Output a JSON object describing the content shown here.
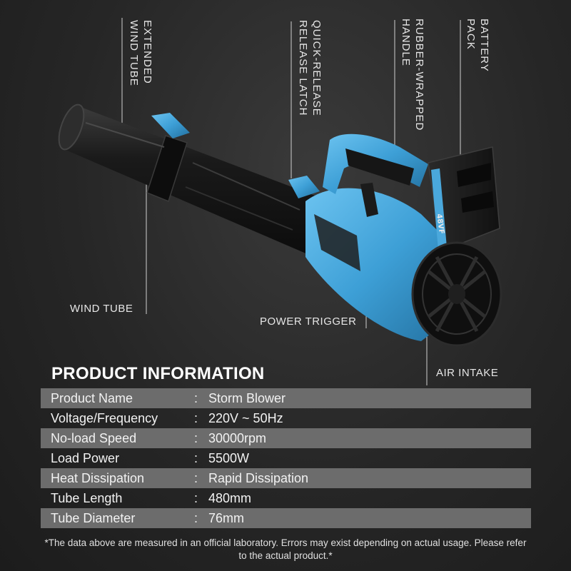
{
  "callouts": {
    "extended_wind_tube": "EXTENDED\nWIND TUBE",
    "quick_release_latch": "QUICK-RELEASE\nRELEASE LATCH",
    "rubber_wrapped_handle": "RUBBER-WRAPPED\nHANDLE",
    "battery_pack": "BATTERY\nPACK",
    "wind_tube": "WIND TUBE",
    "power_trigger": "POWER TRIGGER",
    "air_intake": "AIR INTAKE"
  },
  "battery_label": "48VF",
  "product_info": {
    "title": "PRODUCT INFORMATION",
    "separator": ":",
    "rows": [
      {
        "label": "Product Name",
        "value": "Storm Blower"
      },
      {
        "label": "Voltage/Frequency",
        "value": "220V ~ 50Hz"
      },
      {
        "label": "No-load Speed",
        "value": "30000rpm"
      },
      {
        "label": "Load Power",
        "value": "5500W"
      },
      {
        "label": "Heat Dissipation",
        "value": "Rapid Dissipation"
      },
      {
        "label": "Tube Length",
        "value": "480mm"
      },
      {
        "label": "Tube Diameter",
        "value": "76mm"
      }
    ]
  },
  "footnote": "*The data above are measured in an official laboratory. Errors may exist depending on actual usage. Please refer to the actual product.*",
  "colors": {
    "accent_blue": "#4aa8dc",
    "tube_black": "#161616",
    "row_shade": "#6c6c6c"
  }
}
